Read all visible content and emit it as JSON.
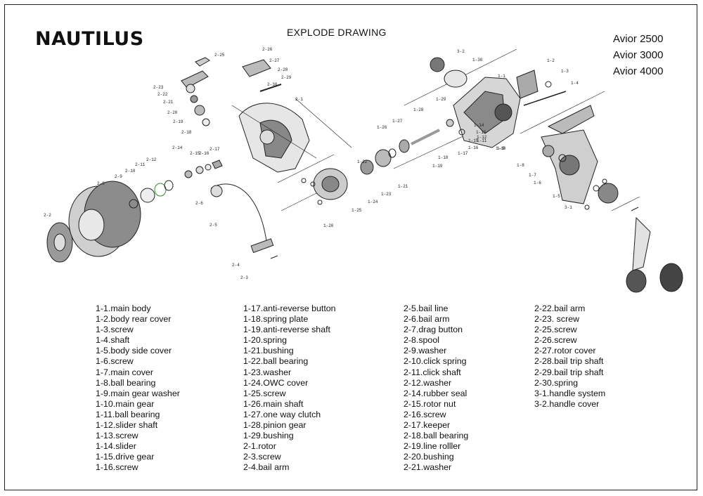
{
  "brand": "NAUTILUS",
  "title": "EXPLODE DRAWING",
  "models": [
    "Avior 2500",
    "Avior 3000",
    "Avior 4000"
  ],
  "part_numbers": [
    "2-25",
    "2-26",
    "2-27",
    "2-28",
    "2-29",
    "2-30",
    "2-23",
    "2-22",
    "2-21",
    "2-20",
    "2-19",
    "2-18",
    "2-1",
    "2-14",
    "2-15",
    "2-16",
    "2-17",
    "2-12",
    "2-11",
    "2-10",
    "2-9",
    "2-8",
    "2-2",
    "2-6",
    "2-5",
    "2-4",
    "2-3",
    "3-2",
    "1-30",
    "1-2",
    "1-3",
    "1-4",
    "1-1",
    "1-29",
    "1-28",
    "1-27",
    "1-26",
    "1-22",
    "1-21",
    "1-23",
    "1-24",
    "1-25",
    "1-20",
    "1-19",
    "1-18",
    "1-17",
    "1-16",
    "1-15",
    "1-14",
    "1-13",
    "1-12",
    "1-11",
    "1-10",
    "1-9",
    "1-8",
    "1-7",
    "1-6",
    "1-5",
    "3-1"
  ],
  "legend": [
    [
      "1-1.main body",
      "1-2.body rear cover",
      "1-3.screw",
      "1-4.shaft",
      "1-5.body side cover",
      "1-6.screw",
      "1-7.main cover",
      "1-8.ball bearing",
      "1-9.main gear washer",
      "1-10.main gear",
      "1-11.ball bearing",
      "1-12.slider shaft",
      "1-13.screw",
      "1-14.slider",
      "1-15.drive gear",
      "1-16.screw"
    ],
    [
      "1-17.anti-reverse button",
      "1-18.spring plate",
      "1-19.anti-reverse shaft",
      "1-20.spring",
      "1-21.bushing",
      "1-22.ball bearing",
      "1-23.washer",
      "1-24.OWC cover",
      "1-25.screw",
      "1-26.main shaft",
      "1-27.one way clutch",
      "1-28.pinion gear",
      "1-29.bushing",
      "2-1.rotor",
      "2-3.screw",
      "2-4.bail arm"
    ],
    [
      "2-5.bail line",
      "2-6.bail arm",
      "2-7.drag button",
      "2-8.spool",
      "2-9.washer",
      "2-10.click spring",
      "2-11.click shaft",
      "2-12.washer",
      "2-14.rubber seal",
      "2-15.rotor nut",
      "2-16.screw",
      "2-17.keeper",
      "2-18.ball bearing",
      "2-19.line rolller",
      "2-20.bushing",
      "2-21.washer"
    ],
    [
      "2-22.bail arm",
      "2-23. screw",
      "2-25.screw",
      "2-26.screw",
      "2-27.rotor cover",
      "2-28.bail trip shaft",
      "2-29.bail trip shaft",
      "2-30.spring",
      "3-1.handle system",
      "3-2.handle cover"
    ]
  ]
}
